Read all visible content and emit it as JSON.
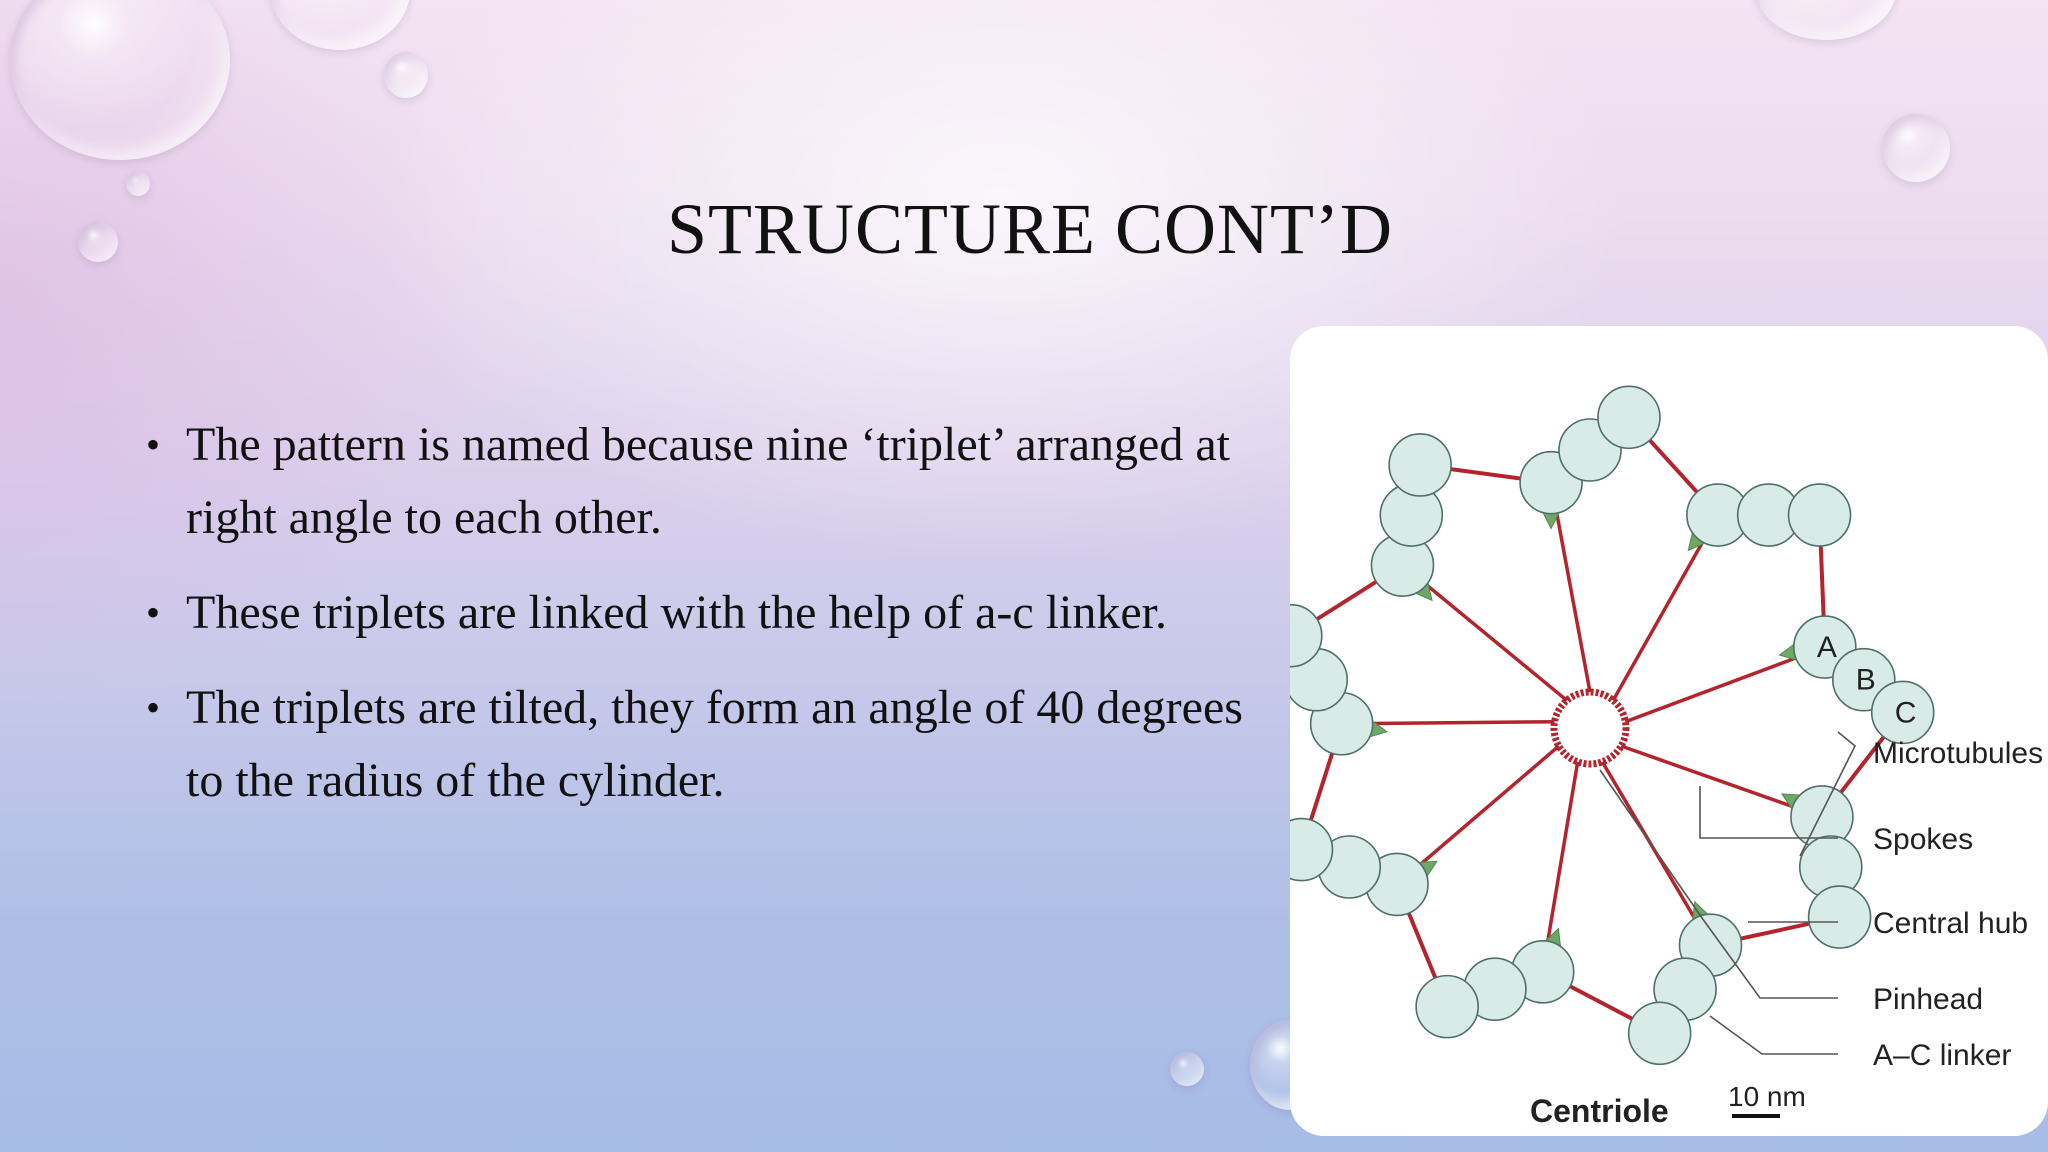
{
  "slide": {
    "title": "STRUCTURE CONT’D",
    "bullets": [
      "The pattern is named because nine ‘triplet’ arranged at right angle to each other.",
      "These triplets are linked with the help of a-c linker.",
      "The triplets are tilted, they form an angle of 40 degrees to the radius of the cylinder."
    ],
    "bullet_glyph": "•"
  },
  "diagram": {
    "triplet_letters": [
      "A",
      "B",
      "C"
    ],
    "labels": [
      "Microtubules",
      "Spokes",
      "Central hub",
      "Pinhead",
      "A–C linker"
    ],
    "caption": "Centriole",
    "scale_bar": "10 nm",
    "triplet_count": 9,
    "colors": {
      "microtubule_fill": "#d8ebe6",
      "microtubule_stroke": "#4e6f6a",
      "spoke": "#b3242c",
      "pinhead": "#6ea866"
    }
  }
}
